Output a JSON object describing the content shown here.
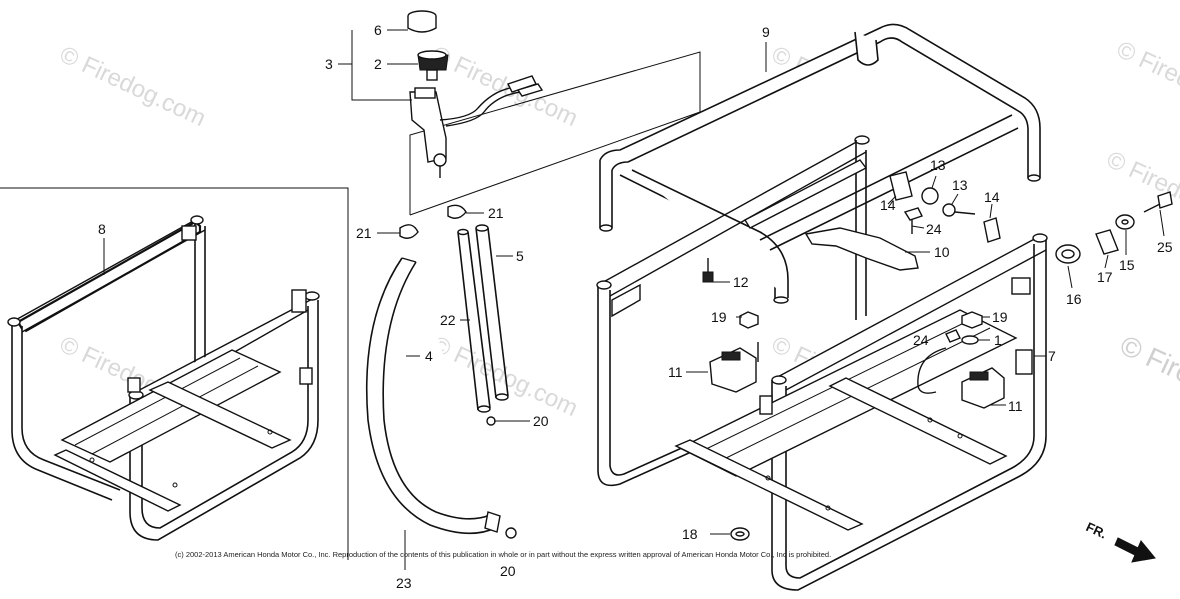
{
  "watermarks": [
    "© Firedog.com",
    "© Firedog.com",
    "© Firedog.com",
    "© Firedog.com",
    "© Firedog.com",
    "© Firedog.com",
    "© Firedog.com",
    "© Firedog.com",
    "© Fire"
  ],
  "callouts": {
    "c1": "1",
    "c2": "2",
    "c3": "3",
    "c4": "4",
    "c5": "5",
    "c6": "6",
    "c7": "7",
    "c8": "8",
    "c9": "9",
    "c10": "10",
    "c11a": "11",
    "c11b": "11",
    "c12": "12",
    "c13a": "13",
    "c13b": "13",
    "c14a": "14",
    "c14b": "14",
    "c15": "15",
    "c16": "16",
    "c17": "17",
    "c18": "18",
    "c19a": "19",
    "c19b": "19",
    "c20a": "20",
    "c20b": "20",
    "c21a": "21",
    "c21b": "21",
    "c22": "22",
    "c23": "23",
    "c24a": "24",
    "c24b": "24",
    "c25": "25"
  },
  "direction_label": "FR.",
  "copyright": "(c) 2002-2013 American Honda Motor Co., Inc. Reproduction of the contents of this publication in whole or in part without the express written approval of American Honda Motor Co., Inc is prohibited.",
  "colors": {
    "line": "#111111",
    "watermark": "#d9d9d9",
    "background": "#ffffff"
  }
}
